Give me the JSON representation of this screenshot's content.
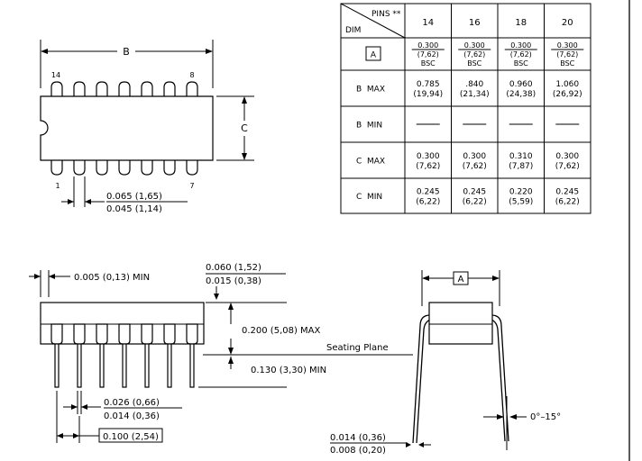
{
  "top_view": {
    "dim_b": "B",
    "dim_c": "C",
    "pin_14": "14",
    "pin_8": "8",
    "pin_1": "1",
    "pin_7": "7",
    "pitch_max": "0.065 (1,65)",
    "pitch_min": "0.045 (1,14)"
  },
  "table": {
    "pins_header": "PINS **",
    "dim_header": "DIM",
    "pin_counts": [
      "14",
      "16",
      "18",
      "20"
    ],
    "rows": [
      {
        "label": "A",
        "boxed": true,
        "cells": [
          {
            "l1": "0.300",
            "l2": "(7,62)",
            "l3": "BSC"
          },
          {
            "l1": "0.300",
            "l2": "(7,62)",
            "l3": "BSC"
          },
          {
            "l1": "0.300",
            "l2": "(7,62)",
            "l3": "BSC"
          },
          {
            "l1": "0.300",
            "l2": "(7,62)",
            "l3": "BSC"
          }
        ]
      },
      {
        "label": "B  MAX",
        "boxed": false,
        "cells": [
          {
            "l1": "0.785",
            "l2": "(19,94)"
          },
          {
            "l1": ".840",
            "l2": "(21,34)"
          },
          {
            "l1": "0.960",
            "l2": "(24,38)"
          },
          {
            "l1": "1.060",
            "l2": "(26,92)"
          }
        ]
      },
      {
        "label": "B  MIN",
        "boxed": false,
        "cells": [
          {
            "dash": true
          },
          {
            "dash": true
          },
          {
            "dash": true
          },
          {
            "dash": true
          }
        ]
      },
      {
        "label": "C  MAX",
        "boxed": false,
        "cells": [
          {
            "l1": "0.300",
            "l2": "(7,62)"
          },
          {
            "l1": "0.300",
            "l2": "(7,62)"
          },
          {
            "l1": "0.310",
            "l2": "(7,87)"
          },
          {
            "l1": "0.300",
            "l2": "(7,62)"
          }
        ]
      },
      {
        "label": "C  MIN",
        "boxed": false,
        "cells": [
          {
            "l1": "0.245",
            "l2": "(6,22)"
          },
          {
            "l1": "0.245",
            "l2": "(6,22)"
          },
          {
            "l1": "0.220",
            "l2": "(5,59)"
          },
          {
            "l1": "0.245",
            "l2": "(6,22)"
          }
        ]
      }
    ]
  },
  "side_view": {
    "lead_clearance": "0.005 (0,13) MIN",
    "standoff_max": "0.060 (1,52)",
    "standoff_min": "0.015 (0,38)",
    "body_height": "0.200 (5,08) MAX",
    "seating_plane": "Seating Plane",
    "lead_length": "0.130 (3,30) MIN",
    "lead_width_max": "0.026 (0,66)",
    "lead_width_min": "0.014 (0,36)",
    "pitch": "0.100 (2,54)"
  },
  "end_view": {
    "dim_a": "A",
    "angle": "0°–15°",
    "thickness_max": "0.014 (0,36)",
    "thickness_min": "0.008 (0,20)"
  }
}
